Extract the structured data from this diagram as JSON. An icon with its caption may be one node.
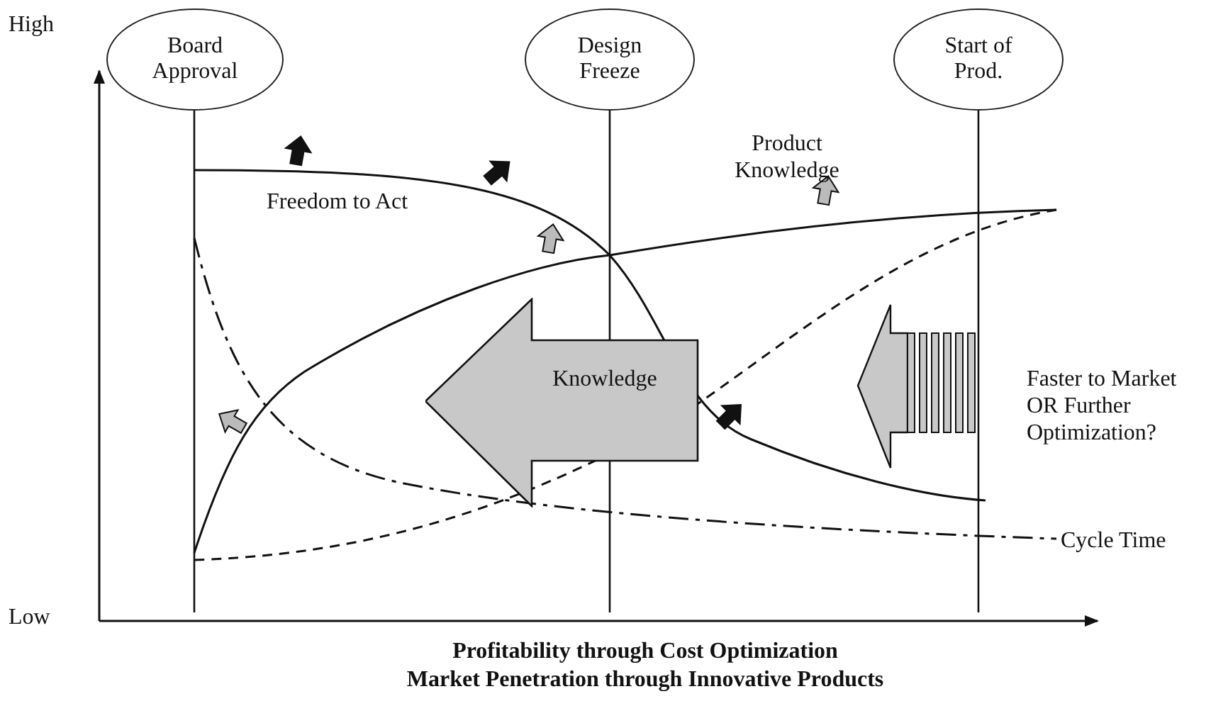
{
  "diagram": {
    "nodes": [
      {
        "text": [
          "Board Approval"
        ]
      },
      {
        "text": [
          "Design Freeze"
        ]
      },
      {
        "text": [
          "Start of Prod."
        ]
      },
      {
        "text": [
          "Knowledge"
        ]
      }
    ],
    "labels": [
      "High",
      "Freedom to Act",
      "Product Knowledge",
      "Faster to Market OR Further Optimization?",
      "Low",
      "Cycle Time",
      "Profitability through Cost Optimization",
      "Market Penetration through Innovative Products"
    ]
  }
}
